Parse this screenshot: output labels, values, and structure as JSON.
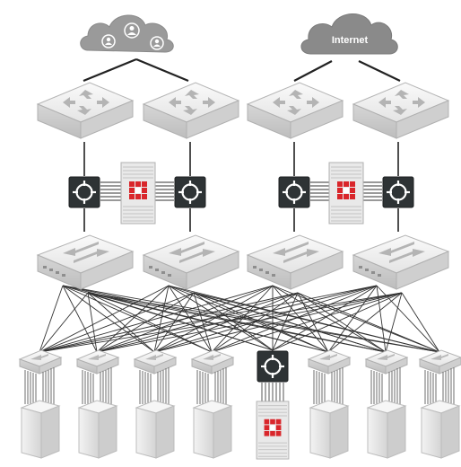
{
  "clouds": {
    "users": {
      "icon": "users-icon",
      "color": "#9a9a9a"
    },
    "internet": {
      "label": "Internet",
      "icon": "internet-cloud-icon",
      "color": "#8a8a8a"
    }
  },
  "routers": {
    "icon": "router-icon",
    "count": 4
  },
  "switches": {
    "icon": "switch-icon",
    "count": 4
  },
  "bypass_units": {
    "icon": "bypass-switch-icon",
    "count": 5
  },
  "firewalls": {
    "icon": "firewall-appliance-icon",
    "accent": "#d9262b",
    "count": 3
  },
  "servers": {
    "icon": "server-rack-icon",
    "count": 7
  },
  "colors": {
    "device": "#eeeeee",
    "device_edge": "#b9b9b9",
    "dark_unit": "#2e3335",
    "line": "#222222",
    "mesh_line": "#333333"
  }
}
